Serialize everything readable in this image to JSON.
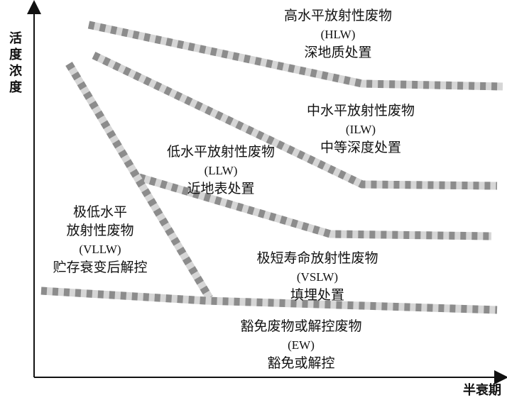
{
  "axes": {
    "y_label": [
      "活",
      "度",
      "浓",
      "度"
    ],
    "x_label": "半衰期"
  },
  "classes": {
    "hlw": {
      "name": "高水平放射性废物",
      "abbr": "(HLW)",
      "disposal": "深地质处置"
    },
    "ilw": {
      "name": "中水平放射性废物",
      "abbr": "(ILW)",
      "disposal": "中等深度处置"
    },
    "llw": {
      "name": "低水平放射性废物",
      "abbr": "(LLW)",
      "disposal": "近地表处置"
    },
    "vllw": {
      "line1": "极低水平",
      "line2": "放射性废物",
      "abbr": "(VLLW)",
      "disposal": "贮存衰变后解控"
    },
    "vslw": {
      "name": "极短寿命放射性废物",
      "abbr": "(VSLW)",
      "disposal": "填埋处置"
    },
    "ew": {
      "name": "豁免废物或解控废物",
      "abbr": "(EW)",
      "disposal": "豁免或解控"
    }
  },
  "colors": {
    "band_dark": "#8c8c8c",
    "band_light": "#d6d6d6",
    "axis": "#111111"
  }
}
